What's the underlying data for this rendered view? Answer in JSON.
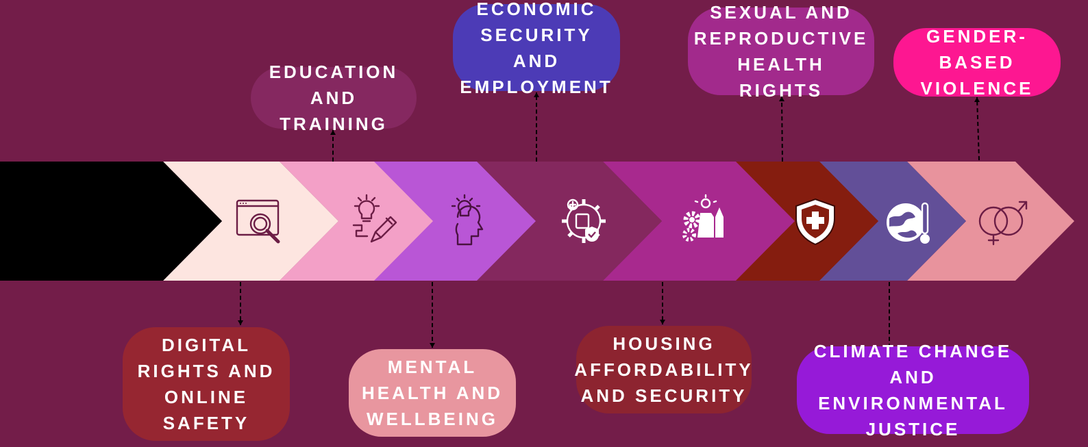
{
  "diagram": {
    "segments": [
      {
        "id": "start",
        "color": "#000000",
        "icon": ""
      },
      {
        "id": "digital",
        "color": "#fde5e0",
        "icon": "magnifier-browser-icon",
        "icon_color": "#6b1d45"
      },
      {
        "id": "education",
        "color": "#f3a0c7",
        "icon": "lightbulb-pencil-icon",
        "icon_color": "#6b1d45"
      },
      {
        "id": "mental",
        "color": "#b956d6",
        "icon": "head-lightbulb-icon",
        "icon_color": "#4a1240"
      },
      {
        "id": "economic",
        "color": "#84285e",
        "icon": "gear-business-icon",
        "icon_color": "#ffffff"
      },
      {
        "id": "housing",
        "color": "#a8298e",
        "icon": "gears-ideas-icon",
        "icon_color": "#ffffff"
      },
      {
        "id": "sexual",
        "color": "#851d0f",
        "icon": "medical-shield-icon",
        "icon_color": "#ffffff"
      },
      {
        "id": "climate",
        "color": "#624f98",
        "icon": "earth-thermometer-icon",
        "icon_color": "#ffffff"
      },
      {
        "id": "gender",
        "color": "#e8939d",
        "icon": "gender-symbols-icon",
        "icon_color": "#6b1d45"
      }
    ],
    "labels": [
      {
        "id": "education",
        "text": "EDUCATION\nAND TRAINING",
        "color": "#852860"
      },
      {
        "id": "economic",
        "text": "ECONOMIC\nSECURITY AND\nEMPLOYMENT",
        "color": "#4c3bb6"
      },
      {
        "id": "sexual",
        "text": "SEXUAL AND\nREPRODUCTIVE\nHEALTH RIGHTS",
        "color": "#a22a8c"
      },
      {
        "id": "gender",
        "text": "GENDER-BASED\nVIOLENCE",
        "color": "#fd1791"
      },
      {
        "id": "digital",
        "text": "DIGITAL\nRIGHTS AND\nONLINE\nSAFETY",
        "color": "#962631"
      },
      {
        "id": "mental",
        "text": "MENTAL\nHEALTH AND\nWELLBEING",
        "color": "#e8969f"
      },
      {
        "id": "housing",
        "text": "HOUSING\nAFFORDABILITY\nAND SECURITY",
        "color": "#8d2430"
      },
      {
        "id": "climate",
        "text": "CLIMATE CHANGE\nAND ENVIRONMENTAL\nJUSTICE",
        "color": "#961ad8"
      }
    ]
  }
}
